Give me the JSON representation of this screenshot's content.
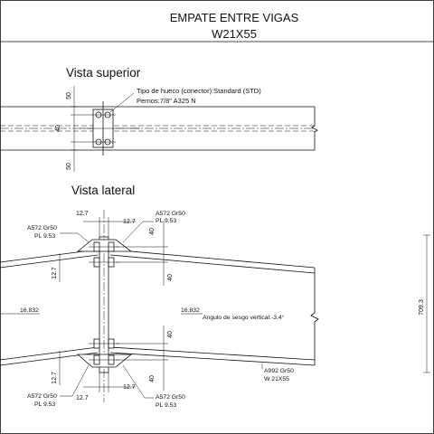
{
  "title": {
    "line1": "EMPATE ENTRE VIGAS",
    "line2": "W21X55"
  },
  "top_view": {
    "heading": "Vista superior",
    "note_line1": "Tipo de hueco (conector):Standard (STD)",
    "note_line2": "Pernos:7/8\" A325 N",
    "dims": [
      "50",
      "40",
      "50"
    ]
  },
  "side_view": {
    "heading": "Vista lateral",
    "plate_top_left": {
      "grade": "A572 Gr50",
      "plate": "PL 9.53"
    },
    "plate_top_right": {
      "grade": "A572 Gr50",
      "plate": "PL 9.53"
    },
    "plate_bot_left": {
      "grade": "A572 Gr50",
      "plate": "PL 9.53"
    },
    "plate_bot_right": {
      "grade": "A572 Gr50",
      "plate": "PL 9.53"
    },
    "dim_top_left": "12.7",
    "dim_top_right": "12.7",
    "dim_bot_left": "12.7",
    "dim_bot_right": "12.7",
    "dim_flange_top": "12.7",
    "dim_flange_bot": "12.7",
    "dim_40_a": "40",
    "dim_40_b": "40",
    "dim_40_c": "40",
    "dim_40_d": "40",
    "elev_left": "16.832",
    "elev_right": "16.832",
    "skew_angle": "Angulo de sesgo vertical:-3.4°",
    "beam_grade": "A992 Gr50",
    "beam_section": "W 21X55"
  },
  "section_view": {
    "depth": "709.3"
  }
}
